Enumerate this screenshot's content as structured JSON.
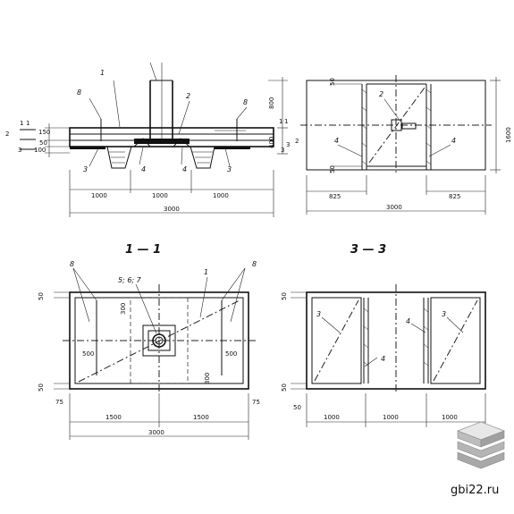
{
  "elevation": {
    "dims_bottom": [
      "1000",
      "1000",
      "1000"
    ],
    "dim_total": "3000",
    "dims_left": [
      "150",
      "50",
      "100"
    ],
    "dims_right": [
      "800",
      "400"
    ],
    "callouts": [
      "1",
      "8",
      "2",
      "8",
      "3",
      "4",
      "4",
      "3"
    ],
    "section_marks": [
      "1",
      "1",
      "2",
      "3",
      "3",
      "1",
      "1",
      "2",
      "3"
    ]
  },
  "plan_top": {
    "dims_bottom": [
      "825",
      "825"
    ],
    "dim_total": "3000",
    "dim_right": "1600",
    "dims_left": [
      "50",
      "50"
    ],
    "callouts": [
      "2",
      "4",
      "4"
    ]
  },
  "section_1_1": {
    "title": "1 — 1",
    "callouts": [
      "8",
      "5; 6; 7",
      "1",
      "8"
    ],
    "dims_inner": [
      "500",
      "500",
      "300",
      "300"
    ],
    "dims_left": [
      "50",
      "50"
    ],
    "dims_corner": [
      "75",
      "75"
    ],
    "dims_bottom": [
      "1500",
      "1500"
    ],
    "dim_total": "3000"
  },
  "section_3_3": {
    "title": "3 — 3",
    "callouts": [
      "3",
      "4",
      "3",
      "4"
    ],
    "dims_left": [
      "50",
      "50",
      "50"
    ],
    "dims_bottom": [
      "1000",
      "1000",
      "1000"
    ]
  },
  "watermark": {
    "text": "gbi22.ru"
  }
}
